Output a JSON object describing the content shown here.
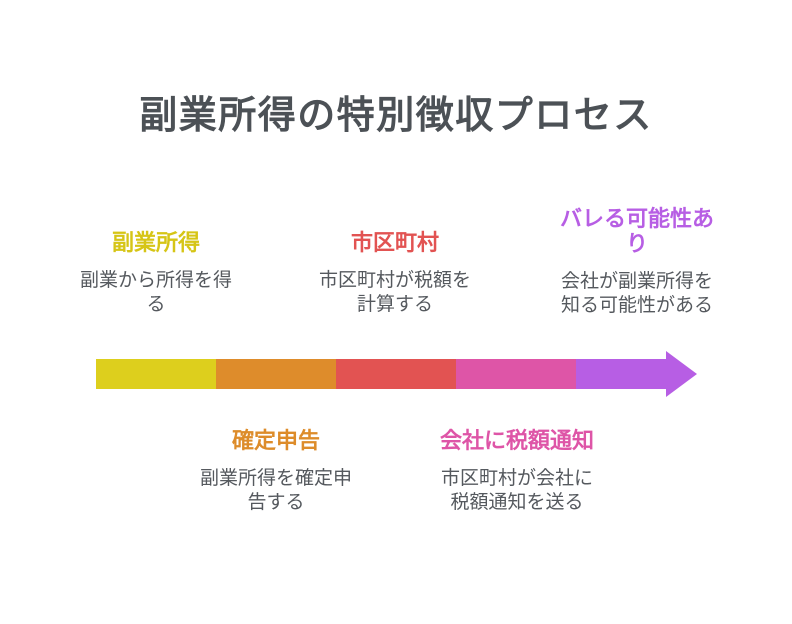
{
  "title": "副業所得の特別徴収プロセス",
  "palette": {
    "title_text": "#4c5156",
    "description_text": "#55595e",
    "yellow": "#d9c918",
    "orange": "#dd8c2a",
    "red": "#e25352",
    "pink": "#de55a7",
    "purple": "#b75ee4"
  },
  "arrow": {
    "direction": "right",
    "segment_colors": [
      "#ddcf1d",
      "#de8c2b",
      "#e25352",
      "#de55a7",
      "#b75ee4"
    ]
  },
  "steps": [
    {
      "position": "above-arrow",
      "label_color": "#d6c516",
      "label_lines": [
        "副業所得"
      ],
      "label_text": "副業所得",
      "desc_lines": [
        "副業から所得を得",
        "る"
      ],
      "desc_text": "副業から所得を得る"
    },
    {
      "position": "below-arrow",
      "label_color": "#dd8c2a",
      "label_lines": [
        "確定申告"
      ],
      "label_text": "確定申告",
      "desc_lines": [
        "副業所得を確定申",
        "告する"
      ],
      "desc_text": "副業所得を確定申告する"
    },
    {
      "position": "above-arrow",
      "label_color": "#e25352",
      "label_lines": [
        "市区町村"
      ],
      "label_text": "市区町村",
      "desc_lines": [
        "市区町村が税額を",
        "計算する"
      ],
      "desc_text": "市区町村が税額を計算する"
    },
    {
      "position": "below-arrow",
      "label_color": "#de55a7",
      "label_lines": [
        "会社に税額通知"
      ],
      "label_text": "会社に税額通知",
      "desc_lines": [
        "市区町村が会社に",
        "税額通知を送る"
      ],
      "desc_text": "市区町村が会社に税額通知を送る"
    },
    {
      "position": "above-arrow",
      "label_color": "#b75ee4",
      "label_lines": [
        "バレる可能性あ",
        "り"
      ],
      "label_text": "バレる可能性あり",
      "desc_lines": [
        "会社が副業所得を",
        "知る可能性がある"
      ],
      "desc_text": "会社が副業所得を知る可能性がある"
    }
  ]
}
